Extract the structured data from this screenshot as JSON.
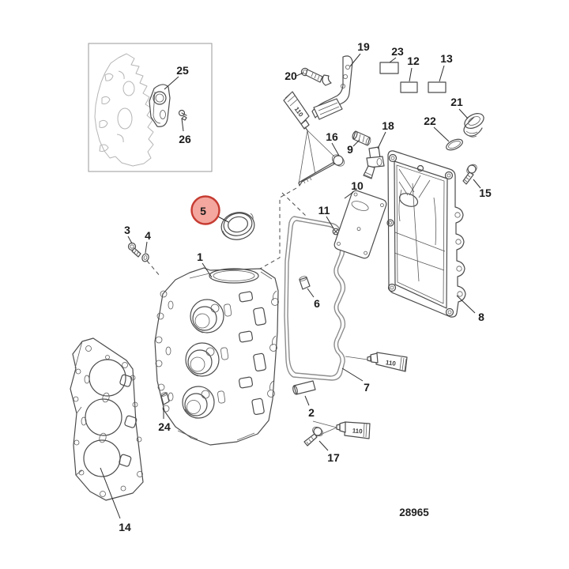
{
  "diagram": {
    "part_number": "28965",
    "sealant_label": "110",
    "highlight_stroke": "#c63b31",
    "highlight_fill": "#f3a79f",
    "line_color": "#4c4c4c",
    "faint_color": "#b5b5b5"
  },
  "callouts": {
    "c1": "1",
    "c2": "2",
    "c3": "3",
    "c4": "4",
    "c5": "5",
    "c6": "6",
    "c7": "7",
    "c8": "8",
    "c9": "9",
    "c10": "10",
    "c11": "11",
    "c12": "12",
    "c13": "13",
    "c14": "14",
    "c15": "15",
    "c16": "16",
    "c17": "17",
    "c18": "18",
    "c19": "19",
    "c20": "20",
    "c21": "21",
    "c22": "22",
    "c23": "23",
    "c24": "24",
    "c25": "25",
    "c26": "26"
  }
}
